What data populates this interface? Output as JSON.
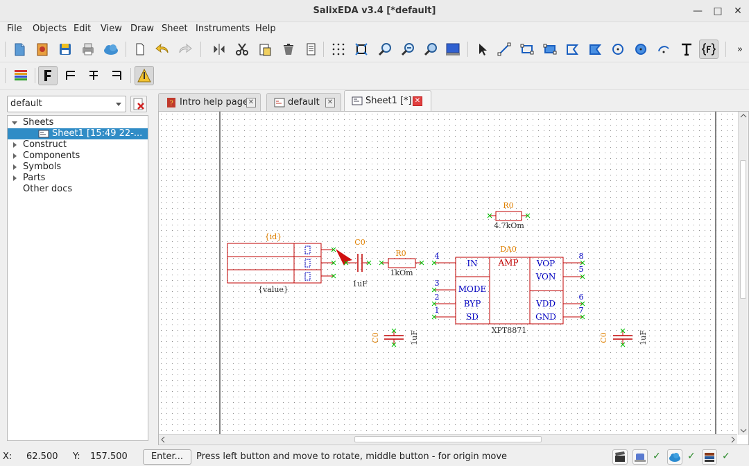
{
  "window": {
    "title": "SalixEDA v3.4 [*default]",
    "minimize_glyph": "—",
    "maximize_glyph": "□",
    "close_glyph": "✕"
  },
  "menu": [
    "File",
    "Objects",
    "Edit",
    "View",
    "Draw",
    "Sheet",
    "Instruments",
    "Help"
  ],
  "toolbar": {
    "row1_icons": [
      "new-document-icon",
      "open-project-icon",
      "save-icon",
      "print-icon",
      "cloud-icon",
      "new-page-icon",
      "undo-icon",
      "redo-icon",
      "mirror-icon",
      "cut-icon",
      "paste-icon",
      "delete-icon",
      "clipboard-icon",
      "grid-icon",
      "zoom-fit-icon",
      "zoom-in-icon",
      "zoom-out-icon",
      "zoom-selection-icon",
      "monitor-icon",
      "select-arrow-icon",
      "draw-line-icon",
      "draw-rect-icon",
      "draw-filled-rect-icon",
      "draw-polygon-icon",
      "draw-filled-polygon-icon",
      "draw-circle-icon",
      "draw-filled-circle-icon",
      "draw-arc-icon",
      "draw-text-icon",
      "draw-field-icon"
    ],
    "overflow_glyph": "»",
    "row2_icons": [
      "layers-icon",
      "bold-text-icon",
      "align-left-icon",
      "align-center-icon",
      "align-right-icon",
      "warning-icon"
    ]
  },
  "left_panel": {
    "project_combo": "default",
    "tree": [
      {
        "label": "Sheets",
        "level": 0,
        "expanded": true
      },
      {
        "label": "Sheet1 [15:49 22-...",
        "level": 1,
        "selected": true
      },
      {
        "label": "Construct",
        "level": 0,
        "expanded": false
      },
      {
        "label": "Components",
        "level": 0,
        "expanded": false
      },
      {
        "label": "Symbols",
        "level": 0,
        "expanded": false
      },
      {
        "label": "Parts",
        "level": 0,
        "expanded": false
      },
      {
        "label": "Other docs",
        "level": 0,
        "leaf": true
      }
    ]
  },
  "tabs": [
    {
      "label": "Intro help page",
      "active": false,
      "close": "✕"
    },
    {
      "label": "default",
      "active": false,
      "close": "✕"
    },
    {
      "label": "Sheet1 [*]",
      "active": true,
      "close": "✕"
    }
  ],
  "schematic": {
    "connector": {
      "id": "{id}",
      "value": "{value}"
    },
    "capacitor_c0": {
      "ref": "C0",
      "value": "1uF"
    },
    "resistor_1k": {
      "ref": "R0",
      "value": "1kOm"
    },
    "resistor_47k": {
      "ref": "R0",
      "value": "4.7kOm"
    },
    "amplifier": {
      "ref": "DA0",
      "center_label": "AMP",
      "part": "XPT8871",
      "left_pins": [
        {
          "num": "4",
          "name": "IN"
        },
        {
          "num": "3",
          "name": "MODE"
        },
        {
          "num": "2",
          "name": "BYP"
        },
        {
          "num": "1",
          "name": "SD"
        }
      ],
      "right_pins": [
        {
          "num": "8",
          "name": "VOP"
        },
        {
          "num": "5",
          "name": "VON"
        },
        {
          "num": "6",
          "name": "VDD"
        },
        {
          "num": "7",
          "name": "GND"
        }
      ]
    },
    "cap_left": {
      "ref": "C0",
      "value": "1uF"
    },
    "cap_right": {
      "ref": "C0",
      "value": "1uF"
    },
    "colors": {
      "component": "#c00000",
      "ref": "#e08000",
      "pin": "#0000c0",
      "text": "#303030",
      "wire_end": "#00c000"
    }
  },
  "status": {
    "x_label": "X:",
    "x_value": "62.500",
    "y_label": "Y:",
    "y_value": "157.500",
    "enter_button": "Enter...",
    "message": "Press left button and move to rotate, middle button - for origin move",
    "checks": [
      "✓",
      "✓",
      "✓"
    ]
  }
}
